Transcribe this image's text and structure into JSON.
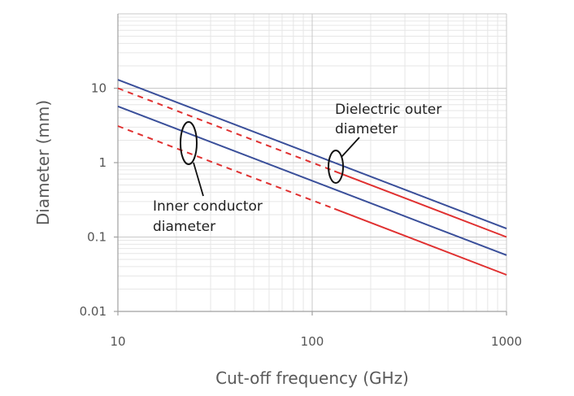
{
  "chart_data": {
    "type": "line",
    "xlabel": "Cut-off frequency (GHz)",
    "ylabel": "Diameter (mm)",
    "x_scale": "log",
    "y_scale": "log",
    "xlim": [
      10,
      1000
    ],
    "ylim": [
      0.01,
      100
    ],
    "x_ticks": [
      "10",
      "100",
      "1000"
    ],
    "y_ticks": [
      "0.01",
      "0.1",
      "1",
      "10"
    ],
    "grid": true,
    "series": [
      {
        "color": "#3a4f9a",
        "dash": false,
        "points": [
          [
            10,
            13.0
          ],
          [
            1000,
            0.13
          ]
        ]
      },
      {
        "color": "#e03030",
        "dash": true,
        "points": [
          [
            10,
            10.0
          ],
          [
            130,
            0.77
          ]
        ]
      },
      {
        "color": "#e03030",
        "dash": false,
        "points": [
          [
            130,
            0.77
          ],
          [
            1000,
            0.1
          ]
        ]
      },
      {
        "color": "#3a4f9a",
        "dash": false,
        "points": [
          [
            10,
            5.7
          ],
          [
            1000,
            0.057
          ]
        ]
      },
      {
        "color": "#e03030",
        "dash": true,
        "points": [
          [
            10,
            3.1
          ],
          [
            130,
            0.24
          ]
        ]
      },
      {
        "color": "#e03030",
        "dash": false,
        "points": [
          [
            130,
            0.24
          ],
          [
            1000,
            0.031
          ]
        ]
      }
    ],
    "annotations": [
      {
        "lines": [
          "Dielectric outer",
          "diameter"
        ]
      },
      {
        "lines": [
          "Inner conductor",
          "diameter"
        ]
      }
    ]
  }
}
